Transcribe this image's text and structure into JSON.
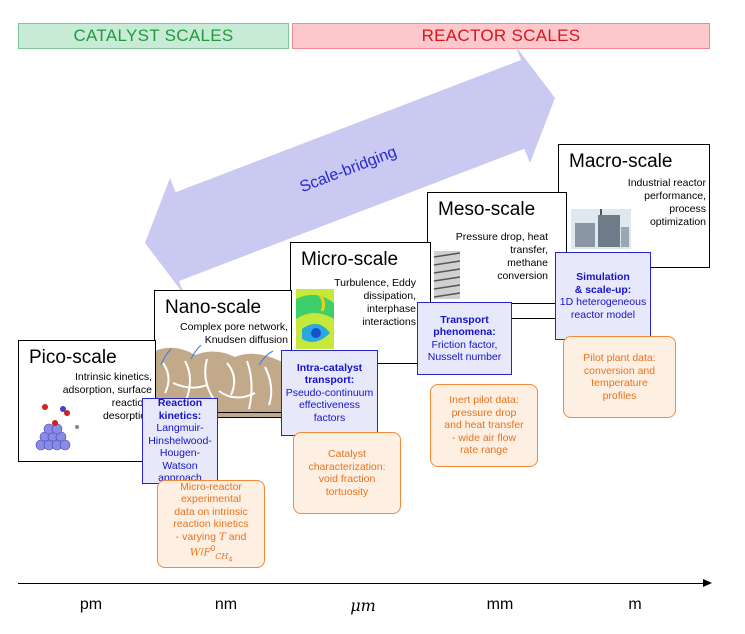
{
  "banners": {
    "catalyst": "CATALYST SCALES",
    "reactor": "REACTOR SCALES"
  },
  "arrow_label": "Scale-bridging",
  "scales": [
    {
      "title": "Pico-scale",
      "desc": [
        "Intrinsic kinetics,",
        "adsorption, surface",
        "reaction,",
        "desorption"
      ],
      "model_title": [
        "Reaction kinetics:"
      ],
      "model_body": [
        "Langmuir-",
        "Hinshelwood-",
        "Hougen-Watson",
        "approach"
      ],
      "data": [
        "Micro-reactor",
        "experimental",
        "data on intrinsic",
        "reaction kinetics",
        "- varying T and"
      ],
      "data_math": "W/F⁰_CH₄"
    },
    {
      "title": "Nano-scale",
      "desc": [
        "Complex pore network,",
        "Knudsen diffusion"
      ]
    },
    {
      "title": "Micro-scale",
      "desc": [
        "Turbulence, Eddy",
        "dissipation,",
        "interphase",
        "interactions"
      ],
      "model_title": [
        "Intra-catalyst",
        "transport:"
      ],
      "model_body": [
        "Pseudo-continuum",
        "effectiveness",
        "factors"
      ],
      "data": [
        "Catalyst",
        "characterization:",
        "void fraction",
        "tortuosity"
      ]
    },
    {
      "title": "Meso-scale",
      "desc": [
        "Pressure drop, heat",
        "transfer,",
        "methane",
        "conversion"
      ],
      "model_title": [
        "Transport",
        "phenomena:"
      ],
      "model_body": [
        "Friction factor,",
        "Nusselt number"
      ],
      "data": [
        "Inert pilot data:",
        "pressure drop",
        "and heat transfer",
        "- wide air flow",
        "rate range"
      ]
    },
    {
      "title": "Macro-scale",
      "desc": [
        "Industrial reactor",
        "performance,",
        "process",
        "optimization"
      ],
      "model_title": [
        "Simulation",
        "& scale-up:"
      ],
      "model_body": [
        "1D heterogeneous",
        "reactor model"
      ],
      "data": [
        "Pilot plant data:",
        "conversion and",
        "temperature",
        "profiles"
      ]
    }
  ],
  "axis": {
    "ticks": [
      "pm",
      "nm",
      "μm",
      "mm",
      "m"
    ]
  },
  "colors": {
    "catalyst": "#1f9a3e",
    "reactor": "#d8141c",
    "model_blue": "#1414c8",
    "data_orange": "#e8731f",
    "arrow": "#c9c9f2"
  }
}
